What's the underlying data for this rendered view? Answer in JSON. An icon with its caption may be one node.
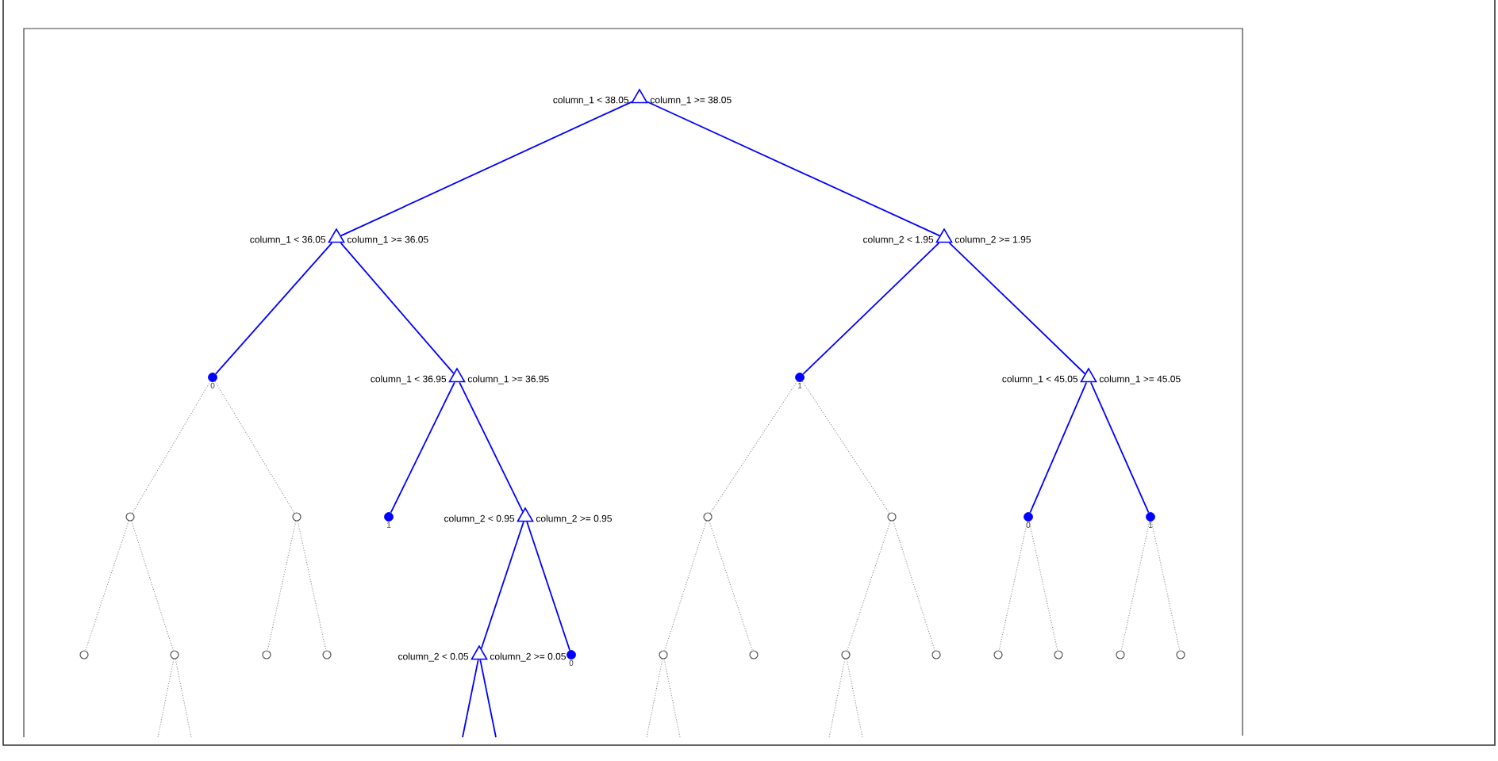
{
  "diagram": {
    "nodes": [
      {
        "text": [],
        "shape": "triangle",
        "beside": [
          "column_1 < 38.05",
          "column_1 >= 38.05"
        ]
      },
      {
        "text": [],
        "shape": "triangle",
        "beside": [
          "column_1 < 36.05",
          "column_1 >= 36.05"
        ]
      },
      {
        "text": [],
        "shape": "triangle",
        "beside": [
          "column_2 < 1.95",
          "column_2 >= 1.95"
        ]
      },
      {
        "text": [],
        "shape": "dot",
        "beside": [
          "0"
        ]
      },
      {
        "text": [],
        "shape": "triangle",
        "beside": [
          "column_1 < 36.95",
          "column_1 >= 36.95"
        ]
      },
      {
        "text": [],
        "shape": "dot",
        "beside": [
          "1"
        ]
      },
      {
        "text": [],
        "shape": "triangle",
        "beside": [
          "column_1 < 45.05",
          "column_1 >= 45.05"
        ]
      },
      {
        "text": [],
        "shape": "circle"
      },
      {
        "text": [],
        "shape": "circle"
      },
      {
        "text": [],
        "shape": "dot",
        "beside": [
          "1"
        ]
      },
      {
        "text": [],
        "shape": "triangle",
        "beside": [
          "column_2 < 0.95",
          "column_2 >= 0.95"
        ]
      },
      {
        "text": [],
        "shape": "circle"
      },
      {
        "text": [],
        "shape": "circle"
      },
      {
        "text": [],
        "shape": "dot",
        "beside": [
          "0"
        ]
      },
      {
        "text": [],
        "shape": "dot",
        "beside": [
          "1"
        ]
      },
      {
        "text": [],
        "shape": "circle"
      },
      {
        "text": [],
        "shape": "circle"
      },
      {
        "text": [],
        "shape": "circle"
      },
      {
        "text": [],
        "shape": "circle"
      },
      {
        "text": [],
        "shape": "triangle",
        "beside": [
          "column_2 < 0.05",
          "column_2 >= 0.05"
        ]
      },
      {
        "text": [],
        "shape": "dot",
        "beside": [
          "0"
        ]
      },
      {
        "text": [],
        "shape": "circle"
      },
      {
        "text": [],
        "shape": "circle"
      },
      {
        "text": [],
        "shape": "circle"
      },
      {
        "text": [],
        "shape": "circle"
      },
      {
        "text": [],
        "shape": "circle"
      },
      {
        "text": [],
        "shape": "circle"
      },
      {
        "text": [],
        "shape": "circle"
      },
      {
        "text": [],
        "shape": "circle"
      }
    ],
    "edges": [
      {
        "from": 0,
        "to": 1,
        "arrow": "none",
        "color": "#0000ff"
      },
      {
        "from": 0,
        "to": 2,
        "arrow": "none",
        "color": "#0000ff"
      },
      {
        "from": 1,
        "to": 3,
        "arrow": "none",
        "color": "#0000ff"
      },
      {
        "from": 1,
        "to": 4,
        "arrow": "none",
        "color": "#0000ff"
      },
      {
        "from": 2,
        "to": 5,
        "arrow": "none",
        "color": "#0000ff"
      },
      {
        "from": 2,
        "to": 6,
        "arrow": "none",
        "color": "#0000ff"
      },
      {
        "from": 3,
        "to": 7,
        "arrow": "none",
        "style": "dashed"
      },
      {
        "from": 3,
        "to": 8,
        "arrow": "none",
        "style": "dashed"
      },
      {
        "from": 4,
        "to": 9,
        "arrow": "none",
        "color": "#0000ff"
      },
      {
        "from": 4,
        "to": 10,
        "arrow": "none",
        "color": "#0000ff"
      },
      {
        "from": 5,
        "to": 11,
        "arrow": "none",
        "style": "dashed"
      },
      {
        "from": 5,
        "to": 12,
        "arrow": "none",
        "style": "dashed"
      },
      {
        "from": 6,
        "to": 13,
        "arrow": "none",
        "color": "#0000ff"
      },
      {
        "from": 6,
        "to": 14,
        "arrow": "none",
        "color": "#0000ff"
      },
      {
        "from": 7,
        "to": 15,
        "arrow": "none",
        "style": "dashed"
      },
      {
        "from": 7,
        "to": 16,
        "arrow": "none",
        "style": "dashed"
      },
      {
        "from": 8,
        "to": 17,
        "arrow": "none",
        "style": "dashed"
      },
      {
        "from": 8,
        "to": 18,
        "arrow": "none",
        "style": "dashed"
      },
      {
        "from": 10,
        "to": 19,
        "arrow": "none",
        "color": "#0000ff"
      },
      {
        "from": 10,
        "to": 20,
        "arrow": "none",
        "color": "#0000ff"
      },
      {
        "from": 11,
        "to": 21,
        "arrow": "none",
        "style": "dashed"
      },
      {
        "from": 11,
        "to": 22,
        "arrow": "none",
        "style": "dashed"
      },
      {
        "from": 12,
        "to": 23,
        "arrow": "none",
        "style": "dashed"
      },
      {
        "from": 12,
        "to": 24,
        "arrow": "none",
        "style": "dashed"
      },
      {
        "from": 13,
        "to": 25,
        "arrow": "none",
        "style": "dashed"
      },
      {
        "from": 13,
        "to": 26,
        "arrow": "none",
        "style": "dashed"
      },
      {
        "from": 14,
        "to": 27,
        "arrow": "none",
        "style": "dashed"
      },
      {
        "from": 14,
        "to": 28,
        "arrow": "none",
        "style": "dashed"
      },
      {
        "from": 16,
        "to": null,
        "arrow": "none",
        "style": "dashed"
      },
      {
        "from": 16,
        "to": null,
        "arrow": "none",
        "style": "dashed"
      },
      {
        "from": 19,
        "to": null,
        "arrow": "none",
        "color": "#0000ff"
      },
      {
        "from": 19,
        "to": null,
        "arrow": "none",
        "color": "#0000ff"
      },
      {
        "from": 21,
        "to": null,
        "arrow": "none",
        "style": "dashed"
      },
      {
        "from": 21,
        "to": null,
        "arrow": "none",
        "style": "dashed"
      },
      {
        "from": 23,
        "to": null,
        "arrow": "none",
        "style": "dashed"
      },
      {
        "from": 23,
        "to": null,
        "arrow": "none",
        "style": "dashed"
      }
    ]
  }
}
